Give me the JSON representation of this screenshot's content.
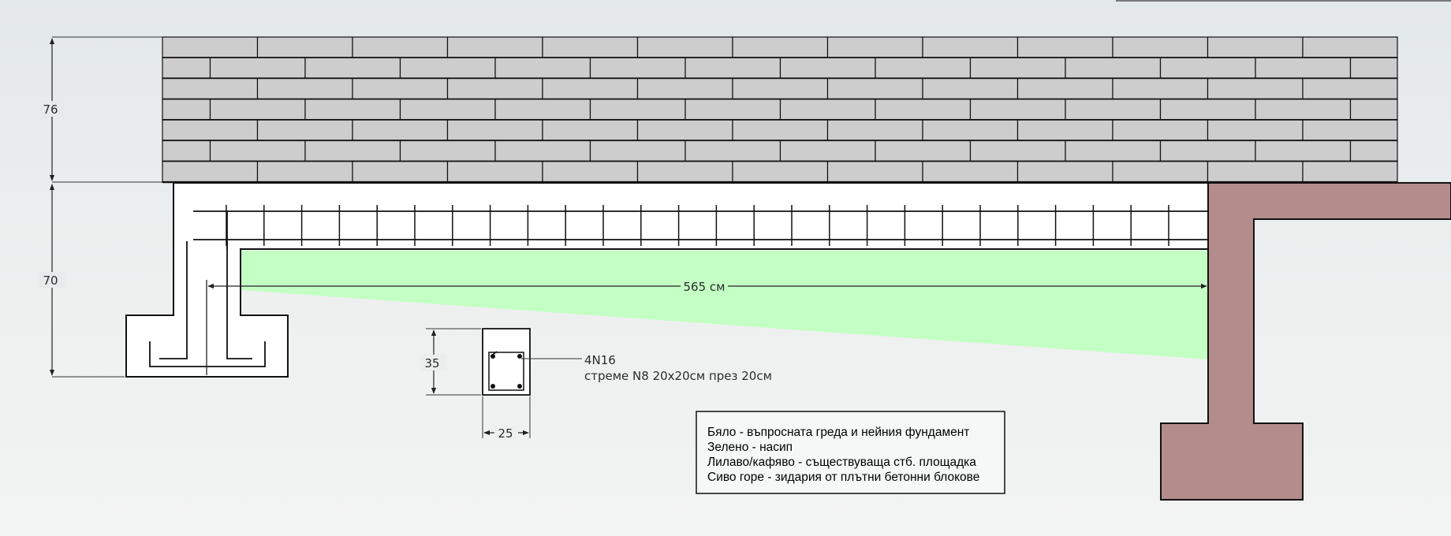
{
  "dimensions": {
    "wall_height": "76",
    "beam_height": "70",
    "span": "565 см",
    "section_height": "35",
    "section_width": "25"
  },
  "section_notes": {
    "bars": "4N16",
    "stirrups": "стреме N8 20х20см през 20см"
  },
  "legend": {
    "lines": [
      "Бяло - въпросната греда и нейния фундамент",
      "Зелено - насип",
      "Лилаво/кафяво - съществуваща стб. площадка",
      "Сиво горе - зидария от плътни бетонни блокове"
    ]
  },
  "colors": {
    "background": "#e9ecec",
    "masonry_block": "#cdcdcd",
    "concrete_white": "#ffffff",
    "fill_green": "#c4ffc4",
    "existing_slab": "#b48c8c",
    "line": "#111111"
  },
  "icons": {
    "rebar_dot": "filled-circle",
    "dimension_arrow": "arrowhead"
  }
}
